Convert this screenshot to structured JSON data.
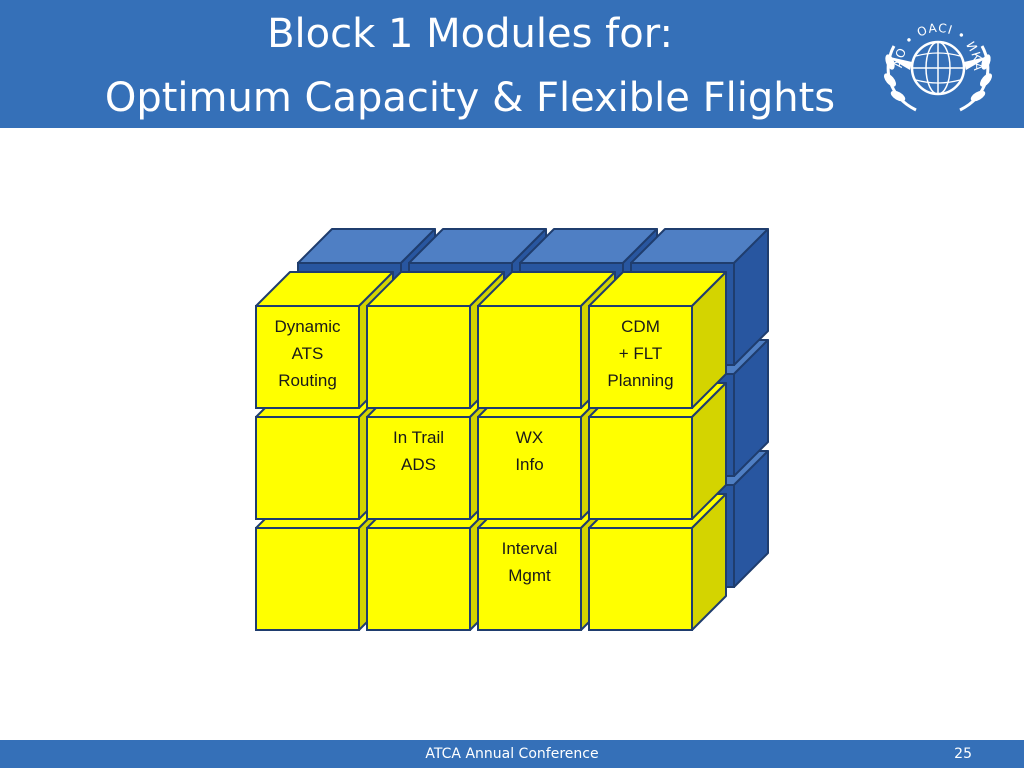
{
  "slide": {
    "title_line1": "Block 1 Modules for:",
    "title_line2": "Optimum Capacity & Flexible Flights",
    "logo_text": "ICAO • OACI • ИКАО",
    "footer_text": "ATCA Annual Conference",
    "page_number": "25"
  },
  "colors": {
    "header": "#3570b8",
    "cube_front": "#ffff00",
    "cube_side": "#d4d400",
    "back_blue_top": "#4f7fc4",
    "back_blue_side": "#2856a0"
  },
  "cube_labels": {
    "r0c0": [
      "Dynamic",
      "ATS",
      "Routing"
    ],
    "r0c1": [],
    "r0c2": [],
    "r0c3": [
      "CDM",
      "+ FLT",
      "Planning"
    ],
    "r1c0": [],
    "r1c1": [
      "In Trail",
      "ADS"
    ],
    "r1c2": [
      "WX",
      "Info"
    ],
    "r1c3": [],
    "r2c0": [],
    "r2c1": [],
    "r2c2": [
      "Interval",
      "Mgmt"
    ],
    "r2c3": []
  }
}
